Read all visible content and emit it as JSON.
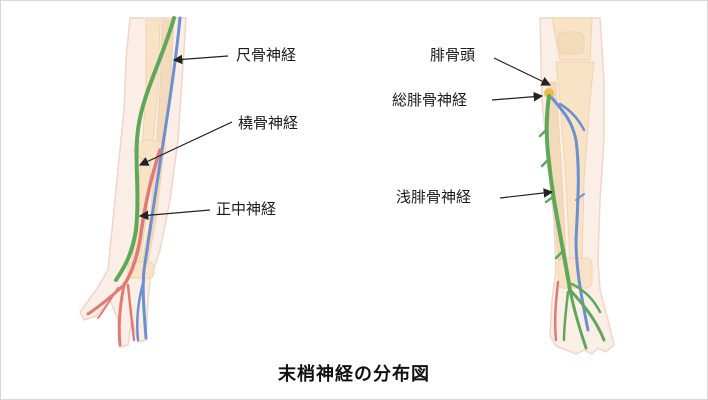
{
  "diagram": {
    "caption": "末梢神経の分布図",
    "arm_labels": {
      "ulnar_nerve": "尺骨神経",
      "radial_nerve": "橈骨神経",
      "median_nerve": "正中神経"
    },
    "leg_labels": {
      "fibular_head": "腓骨頭",
      "common_peroneal_nerve": "総腓骨神経",
      "superficial_peroneal_nerve": "浅腓骨神経"
    },
    "colors": {
      "skin": "#fbeee6",
      "skin_outline": "#f0d6c8",
      "bone": "#f8e3c6",
      "green_nerve": "#5fa85a",
      "red_nerve": "#e07a74",
      "blue_nerve": "#6b8fcf",
      "fibular_head_marker": "#f2b84b"
    }
  }
}
